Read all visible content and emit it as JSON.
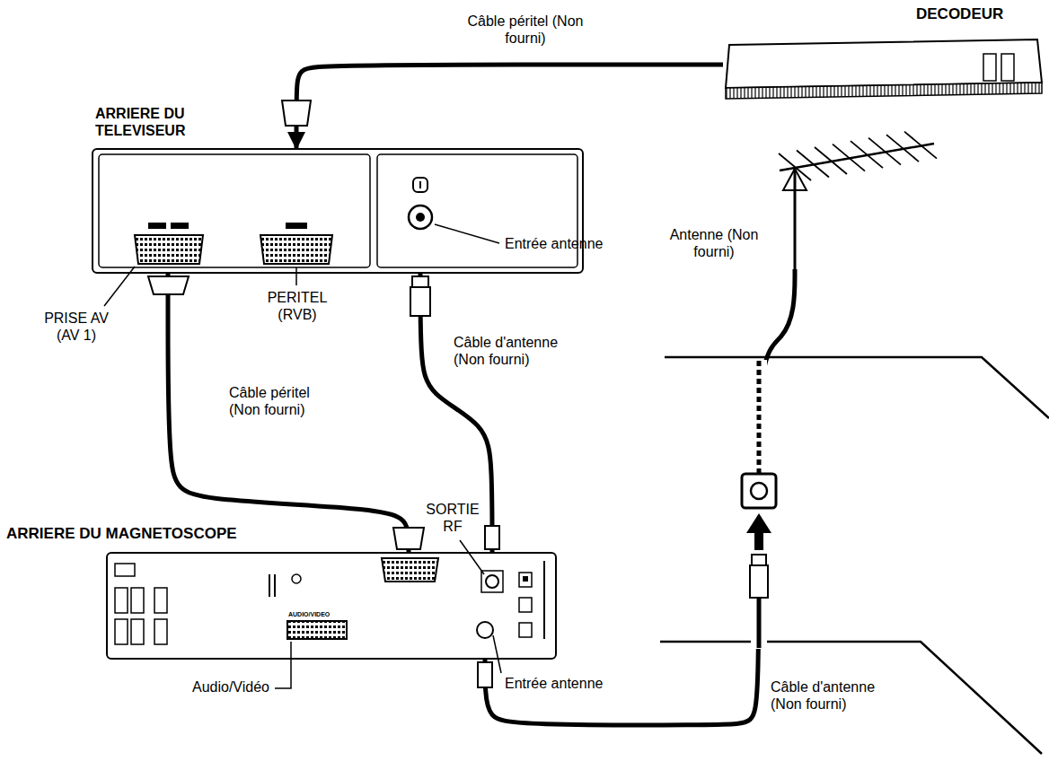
{
  "diagram": {
    "nodes": [
      {
        "text": [
          "DECODEUR"
        ]
      },
      {
        "text": [
          "ARRIERE DU TELEVISEUR"
        ]
      },
      {
        "text": [
          "Antenne (Non fourni)"
        ]
      },
      {
        "text": [
          "ARRIERE DU MAGNETOSCOPE"
        ]
      }
    ],
    "edges": [
      {
        "from": 0,
        "to": 1,
        "arrow": "to",
        "label": "Câble péritel (Non fourni)"
      },
      {
        "from": 3,
        "to": 1,
        "arrow": "none",
        "label": "Câble péritel (Non fourni)"
      },
      {
        "from": 3,
        "to": 1,
        "arrow": "to",
        "label": "Câble d'antenne (Non fourni)"
      },
      {
        "from": 2,
        "to": 3,
        "arrow": "none",
        "label": "Câble d'antenne (Non fourni)"
      }
    ],
    "labels": [
      "PRISE AV (AV 1)",
      "PERITEL (RVB)",
      "Entrée antenne",
      "SORTIE RF",
      "AUDIO/VIDEO",
      "Audio/Vidéo",
      "Entrée antenne"
    ]
  }
}
